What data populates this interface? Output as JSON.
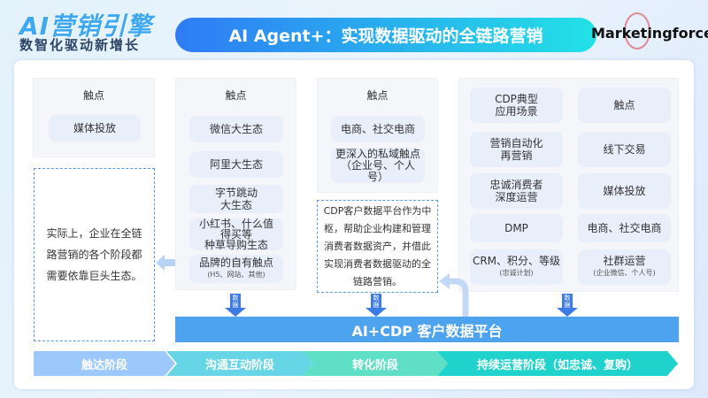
{
  "header": {
    "brand_title": "AI营销引擎",
    "brand_subtitle": "数智化驱动新增长",
    "title": "AI Agent+：实现数据驱动的全链路营销",
    "logo": "Marketingforce"
  },
  "columns": [
    {
      "header": "触点",
      "items": [
        "媒体投放"
      ]
    },
    {
      "header": "触点",
      "items": [
        "微信大生态",
        "阿里大生态",
        "字节跳动\n大生态",
        "小红书、什么值\n得买等\n种草导购生态",
        "品牌的自有触点"
      ],
      "last_note": "(H5、网站、其他)"
    },
    {
      "header": "触点",
      "items": [
        "电商、社交电商",
        "更深入的私域触点（企业号、个人号）"
      ]
    }
  ],
  "left_note": "实际上，企业在全链路营销的各个阶段都需要依靠巨头生态。",
  "cdp_note": "CDP客户数据平台作为中枢，帮助企业构建和管理消费者数据资产，并借此实现消费者数据驱动的全链路营销。",
  "grid": {
    "left": [
      "CDP典型\n应用场景",
      "营销自动化\n再营销",
      "忠诚消费者\n深度运营",
      "DMP",
      "CRM、积分、等级"
    ],
    "left_note": "(忠诚计划)",
    "right": [
      "触点",
      "线下交易",
      "媒体投放",
      "电商、社交电商",
      "社群运营"
    ],
    "right_note": "(企业微信、个人号)"
  },
  "data_label": "数据",
  "platform": "AI+CDP 客户数据平台",
  "stages": [
    {
      "label": "触达阶段",
      "color": "#9cc8fb"
    },
    {
      "label": "沟通互动阶段",
      "color": "#66d6e6"
    },
    {
      "label": "转化阶段",
      "color": "#5fe0c6"
    },
    {
      "label": "持续运营阶段（如忠诚、复购）",
      "color": "#1fd3cc"
    }
  ]
}
